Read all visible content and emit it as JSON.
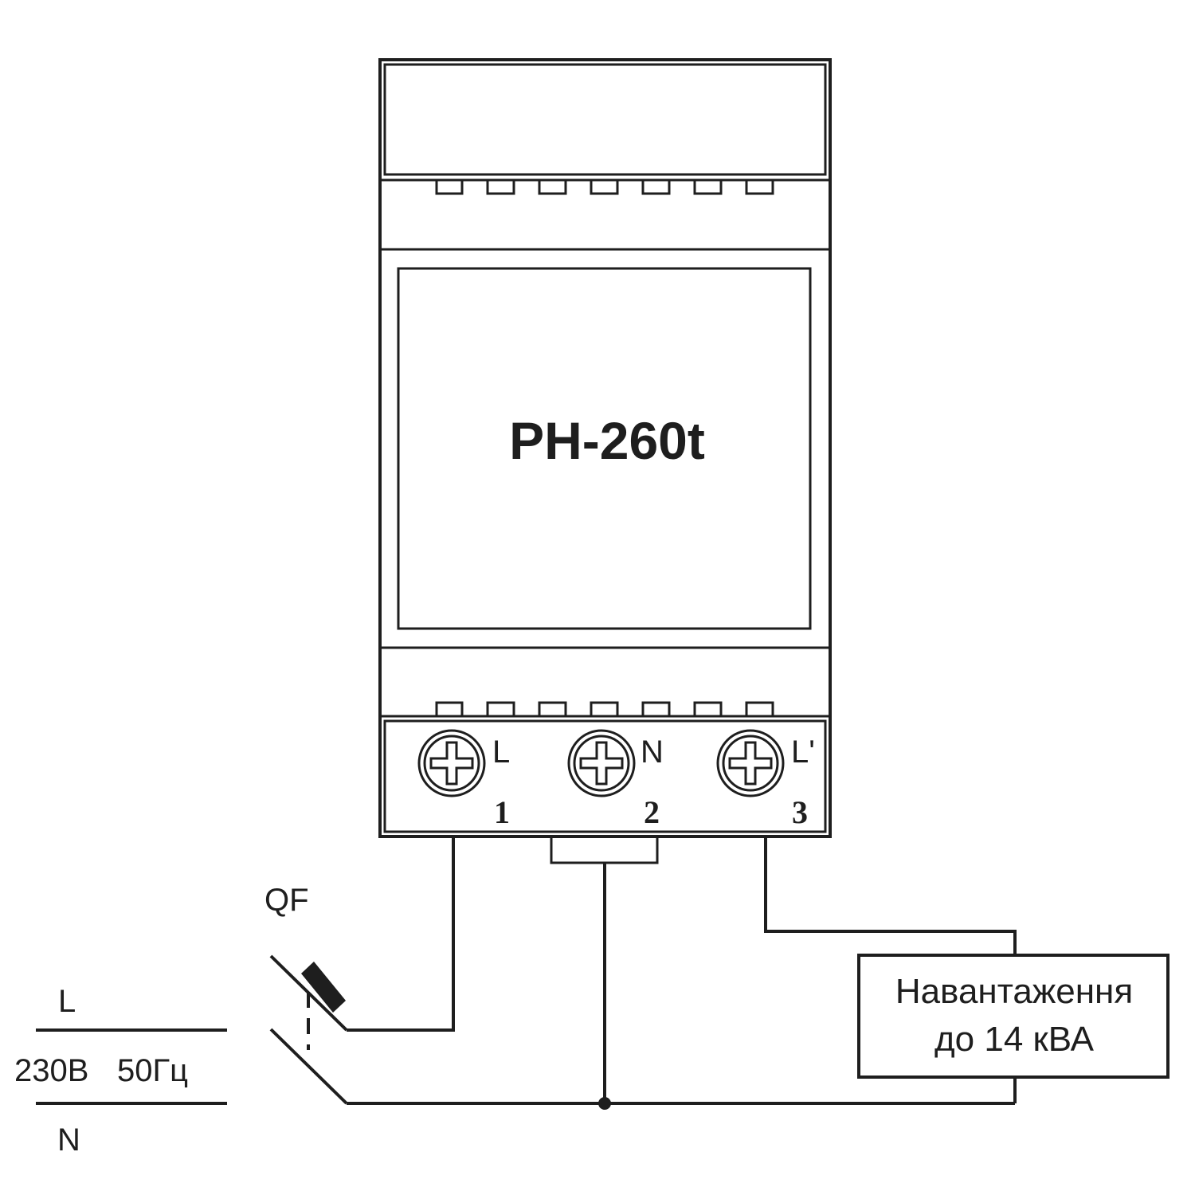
{
  "device": {
    "model": "РН-260t",
    "terminals": [
      {
        "label": "L",
        "number": "1"
      },
      {
        "label": "N",
        "number": "2"
      },
      {
        "label": "L'",
        "number": "3"
      }
    ]
  },
  "supply": {
    "line_label": "L",
    "neutral_label": "N",
    "voltage": "230В",
    "frequency": "50Гц"
  },
  "breaker": {
    "label": "QF"
  },
  "load": {
    "line1": "Навантаження",
    "line2": "до 14 кВА"
  },
  "colors": {
    "stroke": "#1e1e1e",
    "background": "#ffffff"
  }
}
